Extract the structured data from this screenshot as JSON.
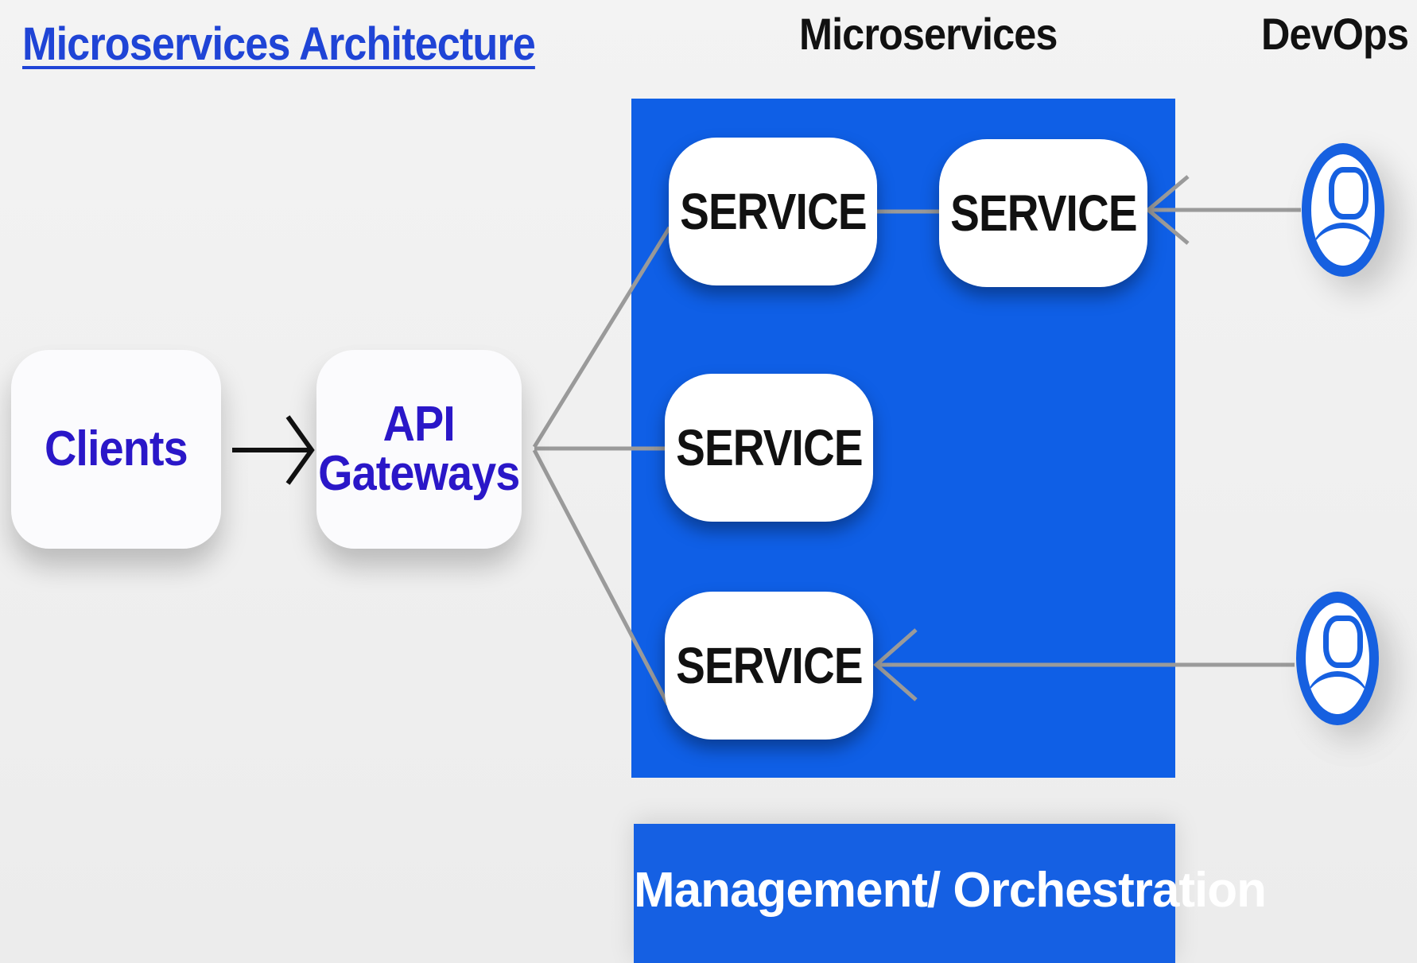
{
  "title": "Microservices Architecture",
  "headings": {
    "microservices": "Microservices",
    "devops": "DevOps"
  },
  "clients": {
    "label": "Clients"
  },
  "gateway": {
    "line1": "API",
    "line2": "Gateways"
  },
  "services": [
    {
      "label": "SERVICE"
    },
    {
      "label": "SERVICE"
    },
    {
      "label": "SERVICE"
    },
    {
      "label": "SERVICE"
    }
  ],
  "management": {
    "label": "Management/ Orchestration"
  },
  "colors": {
    "title": "#1f44d6",
    "panel_blue": "#0f5fe6",
    "card_text": "#2a17c8",
    "connector": "#9a9a9a"
  },
  "icons": [
    "arrow-right-icon",
    "devops-user-icon"
  ]
}
